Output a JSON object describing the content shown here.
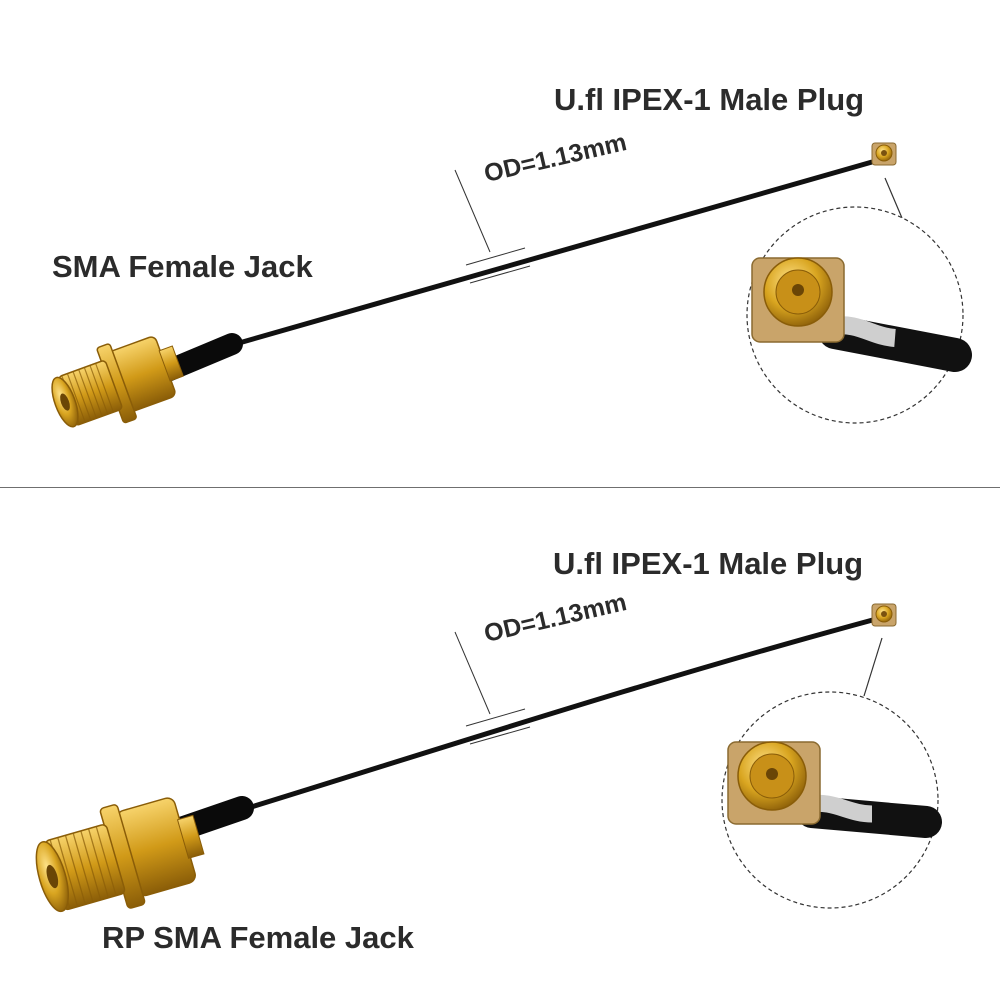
{
  "top": {
    "plug_label": "U.fl IPEX-1 Male Plug",
    "jack_label": "SMA Female Jack",
    "od_label": "OD=1.13mm"
  },
  "bottom": {
    "plug_label": "U.fl IPEX-1 Male Plug",
    "jack_label": "RP SMA Female Jack",
    "od_label": "OD=1.13mm"
  },
  "colors": {
    "gold": "#d9a520",
    "gold_dark": "#a8730c",
    "cable": "#111111",
    "divider": "#6f6f6f",
    "label": "#2b2b2b"
  }
}
